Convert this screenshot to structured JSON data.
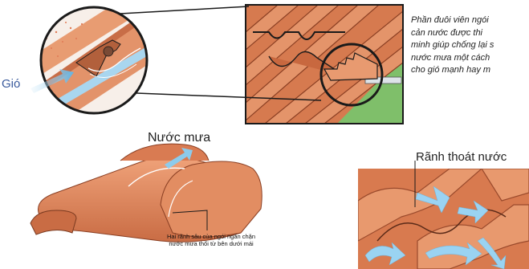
{
  "labels": {
    "wind": "Gió",
    "rain": "Nước mưa",
    "drain_groove": "Rãnh thoát nước",
    "caption_lines": [
      "Hai rãnh sâu của ngói ngăn chặn",
      "nước mưa thổi từ bên dưới mái"
    ],
    "description_lines": [
      "Phần đuôi viên ngói",
      "cản nước được thi",
      "minh giúp chống lại s",
      "nước mưa một cách",
      "cho gió mạnh hay m"
    ]
  },
  "colors": {
    "tile": "#d9825a",
    "tile_dark": "#a5553a",
    "grass": "#7fbf6a",
    "wind_arrow": "#7fc4e8",
    "outline": "#1a1a1a"
  }
}
